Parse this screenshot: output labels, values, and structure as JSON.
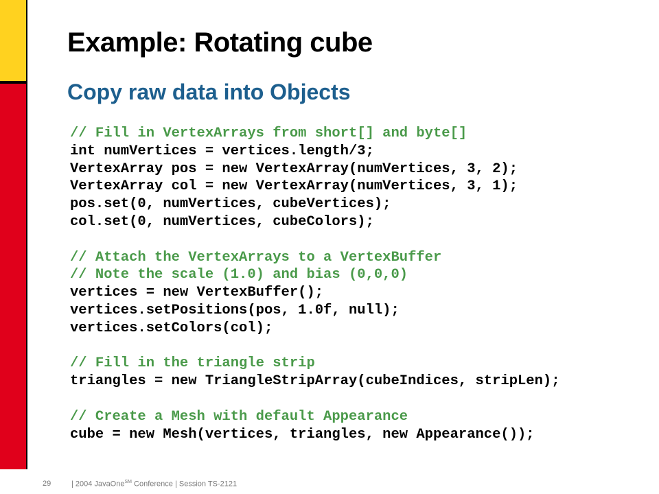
{
  "slide": {
    "title": "Example: Rotating cube",
    "subtitle": "Copy raw data into Objects",
    "colors": {
      "accent_yellow": "#FFD21F",
      "accent_red": "#E0001B",
      "subtitle_blue": "#1D5F8E",
      "comment_green": "#4A9A4A"
    }
  },
  "code": [
    {
      "type": "comment",
      "text": "// Fill in VertexArrays from short[] and byte[]"
    },
    {
      "type": "stmt",
      "text": "int numVertices = vertices.length/3;"
    },
    {
      "type": "stmt",
      "text": "VertexArray pos = new VertexArray(numVertices, 3, 2);"
    },
    {
      "type": "stmt",
      "text": "VertexArray col = new VertexArray(numVertices, 3, 1);"
    },
    {
      "type": "stmt",
      "text": "pos.set(0, numVertices, cubeVertices);"
    },
    {
      "type": "stmt",
      "text": "col.set(0, numVertices, cubeColors);"
    },
    {
      "type": "blank",
      "text": ""
    },
    {
      "type": "comment",
      "text": "// Attach the VertexArrays to a VertexBuffer"
    },
    {
      "type": "comment",
      "text": "// Note the scale (1.0) and bias (0,0,0)"
    },
    {
      "type": "stmt",
      "text": "vertices = new VertexBuffer();"
    },
    {
      "type": "stmt",
      "text": "vertices.setPositions(pos, 1.0f, null);"
    },
    {
      "type": "stmt",
      "text": "vertices.setColors(col);"
    },
    {
      "type": "blank",
      "text": ""
    },
    {
      "type": "comment",
      "text": "// Fill in the triangle strip"
    },
    {
      "type": "stmt",
      "text": "triangles = new TriangleStripArray(cubeIndices, stripLen);"
    },
    {
      "type": "blank",
      "text": ""
    },
    {
      "type": "comment",
      "text": "// Create a Mesh with default Appearance"
    },
    {
      "type": "stmt",
      "text": "cube = new Mesh(vertices, triangles, new Appearance());"
    }
  ],
  "footer": {
    "page_number": "29",
    "separator": "|",
    "conference_prefix": "2004 JavaOne",
    "conference_sup": "SM",
    "conference_suffix": " Conference",
    "session": "Session TS-2121"
  }
}
